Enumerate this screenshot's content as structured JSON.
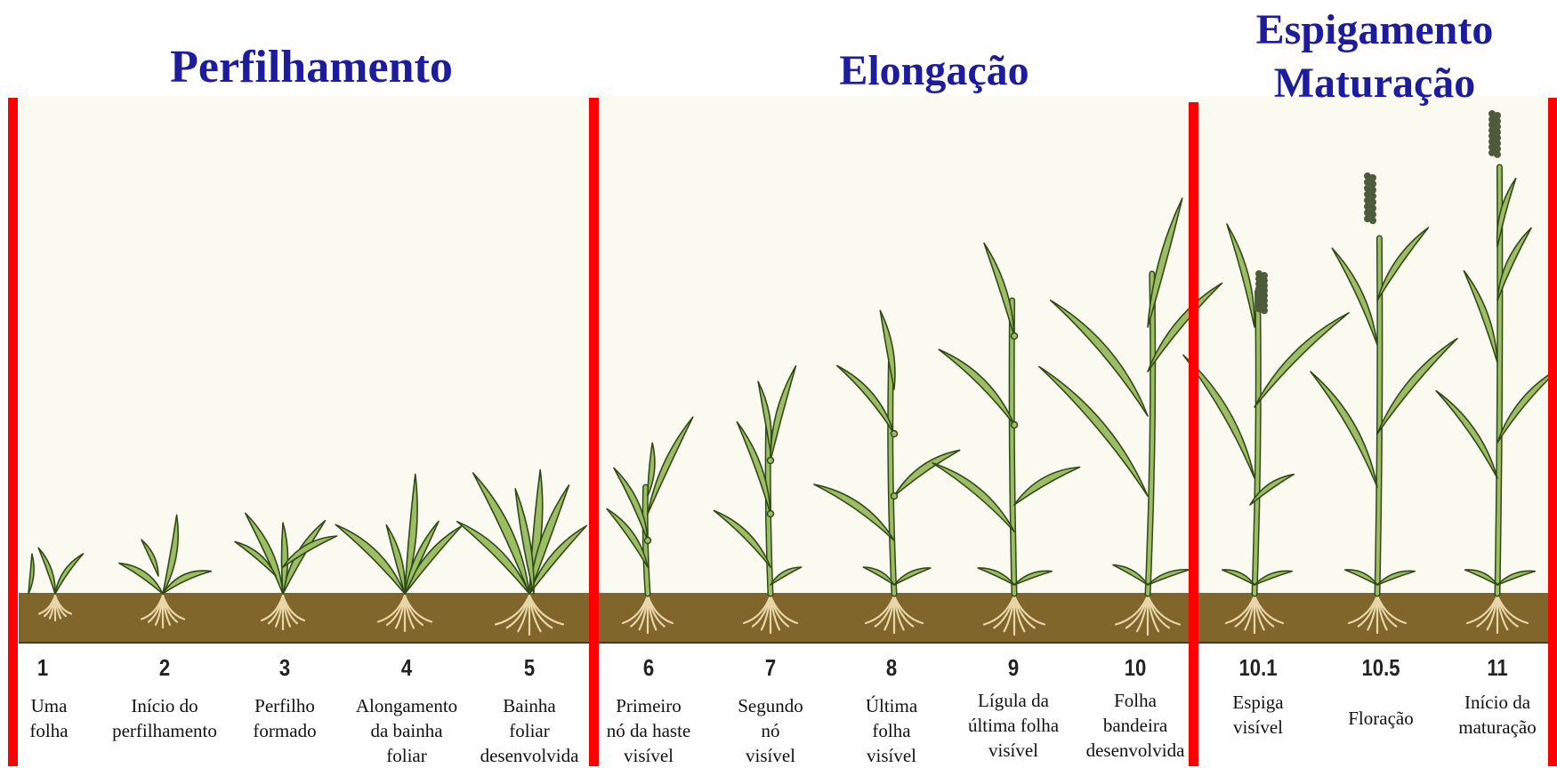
{
  "headers": {
    "tillering": "Perfilhamento",
    "elongation": "Elongação",
    "heading_line1": "Espigamento",
    "heading_line2": "Maturação"
  },
  "stages": [
    {
      "number": "1",
      "label": [
        "Uma",
        "folha"
      ]
    },
    {
      "number": "2",
      "label": [
        "Início do",
        "perfilhamento"
      ]
    },
    {
      "number": "3",
      "label": [
        "Perfilho",
        "formado"
      ]
    },
    {
      "number": "4",
      "label": [
        "Alongamento",
        "da bainha",
        "foliar"
      ]
    },
    {
      "number": "5",
      "label": [
        "Bainha",
        "foliar",
        "desenvolvida"
      ]
    },
    {
      "number": "6",
      "label": [
        "Primeiro",
        "nó da haste",
        "visível"
      ]
    },
    {
      "number": "7",
      "label": [
        "Segundo",
        "nó",
        "visível"
      ]
    },
    {
      "number": "8",
      "label": [
        "Última",
        "folha",
        "visível"
      ]
    },
    {
      "number": "9",
      "label": [
        "Lígula da",
        "última folha",
        "visível"
      ]
    },
    {
      "number": "10",
      "label": [
        "Folha",
        "bandeira",
        "desenvolvida"
      ]
    },
    {
      "number": "10.1",
      "label": [
        "Espiga",
        "visível"
      ]
    },
    {
      "number": "10.5",
      "label": [
        "Floração"
      ]
    },
    {
      "number": "11",
      "label": [
        "Início da",
        "maturação"
      ]
    }
  ],
  "colors": {
    "header_text": "#1c1c9c",
    "divider": "#ff0000",
    "soil": "#80662a",
    "leaf": "#9cbd64",
    "leaf_outline": "#2f4a16",
    "root": "#e8d6a8",
    "spike": "#4d5b3a"
  }
}
